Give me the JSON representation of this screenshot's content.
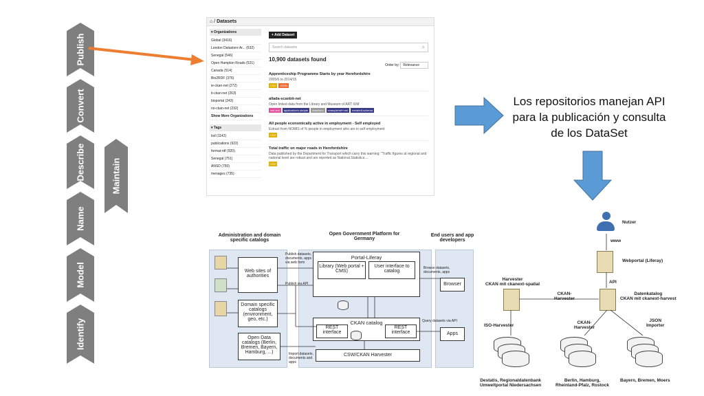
{
  "lifecycle": {
    "stages": [
      "Publish",
      "Convert",
      "Describe",
      "Name",
      "Model",
      "Identify"
    ],
    "maintain": "Maintain"
  },
  "ckan": {
    "breadcrumb": "Datasets",
    "organizations_header": "Organizations",
    "organizations": [
      "Global (3416)",
      "London Datastore Ar... (632)",
      "Senegal (546)",
      "Open Hampton Roads (531)",
      "Canada (514)",
      "Bio2RDF (376)",
      "ie-ckan-net (272)",
      "it-ckan-net (263)",
      "bioportal (243)",
      "no-ckan-net (232)"
    ],
    "show_more_orgs": "Show More Organizations",
    "tags_header": "Tags",
    "tags": [
      "lod (1142)",
      "publications (922)",
      "format-rdf (920)",
      "Senegal (751)",
      "ANSD (750)",
      "menages (735)"
    ],
    "add_dataset": "Add Dataset",
    "search_placeholder": "Search datasets",
    "found": "10,900 datasets found",
    "order_by_label": "Order by:",
    "order_by_value": "Relevance",
    "datasets": [
      {
        "title": "Apprenticeship Programme Starts by year Herefordshire",
        "desc": "2005/6 to 2014/15",
        "tags": [
          "CSV",
          "JSON"
        ]
      },
      {
        "title": "allada-scanbit-net",
        "desc": "Open linked data from the Library and Museum of ART IUM",
        "tags": [
          "xml-xml",
          "application/x-skripte",
          "data/html",
          "example/rdf+xml",
          "meta/rdf-schema"
        ]
      },
      {
        "title": "All people economically active in employment - Self employed",
        "desc": "Extract from NOMIS of % people in employment who are in self employment",
        "tags": [
          "CSV"
        ]
      },
      {
        "title": "Total traffic on major roads in Herefordshire",
        "desc": "Data published by the Department for Transport which carry this warning: \"Traffic figures at regional and national level are robust and are reported as National Statistics....",
        "tags": [
          "CSV"
        ]
      }
    ]
  },
  "note": "Los repositorios manejan API para la publicación y consulta de los DataSet",
  "govdata": {
    "col1_title": "Administration and domain specific catalogs",
    "col2_title": "Open Government Platform for Germany",
    "col3_title": "End users and app developers",
    "web_sites": "Web sites of authorities",
    "domain_catalogs": "Domain specific catalogs (environment, geo, etc.)",
    "open_data_catalogs": "Open Data catalogs (Berlin, Bremen, Bayern, Hamburg, ...)",
    "portal": "Portal-Liferay",
    "library": "Library (Web portal + CMS)",
    "ui_catalog": "User interface to catalog",
    "ckan_catalog": "CKAN catalog",
    "rest1": "REST interface",
    "rest2": "REST interface",
    "harvester": "CSW/CKAN Harvester",
    "browser": "Browser",
    "apps": "Apps",
    "e_publish": "Publish datasets, documents, apps via web form",
    "e_publish_api": "Publish via API",
    "e_browse": "Browse datasets, documents, apps",
    "e_query": "Query datasets via API",
    "e_import": "Import datasets, documents and apps"
  },
  "architecture": {
    "nutzer": "Nutzer",
    "www": "www",
    "webportal": "Webportal (Liferay)",
    "api": "API",
    "harvester": "Harvester\nCKAN mit ckanext-spatial",
    "ckan_harvester_edge": "CKAN-\nHarvester",
    "datenkatalog": "Datenkatalog\nCKAN mit ckanext-harvest",
    "iso_harvester": "ISO-Harvester",
    "ckan_harvester2": "CKAN-\nHarvester",
    "json_importer": "JSON\nImporter",
    "src1": "Destatis, Regionaldatenbank\nUmweltportal Niedersachsen",
    "src2": "Berlin, Hamburg,\nRheinland-Pfalz, Rostock",
    "src3": "Bayern, Bremen, Moers"
  }
}
